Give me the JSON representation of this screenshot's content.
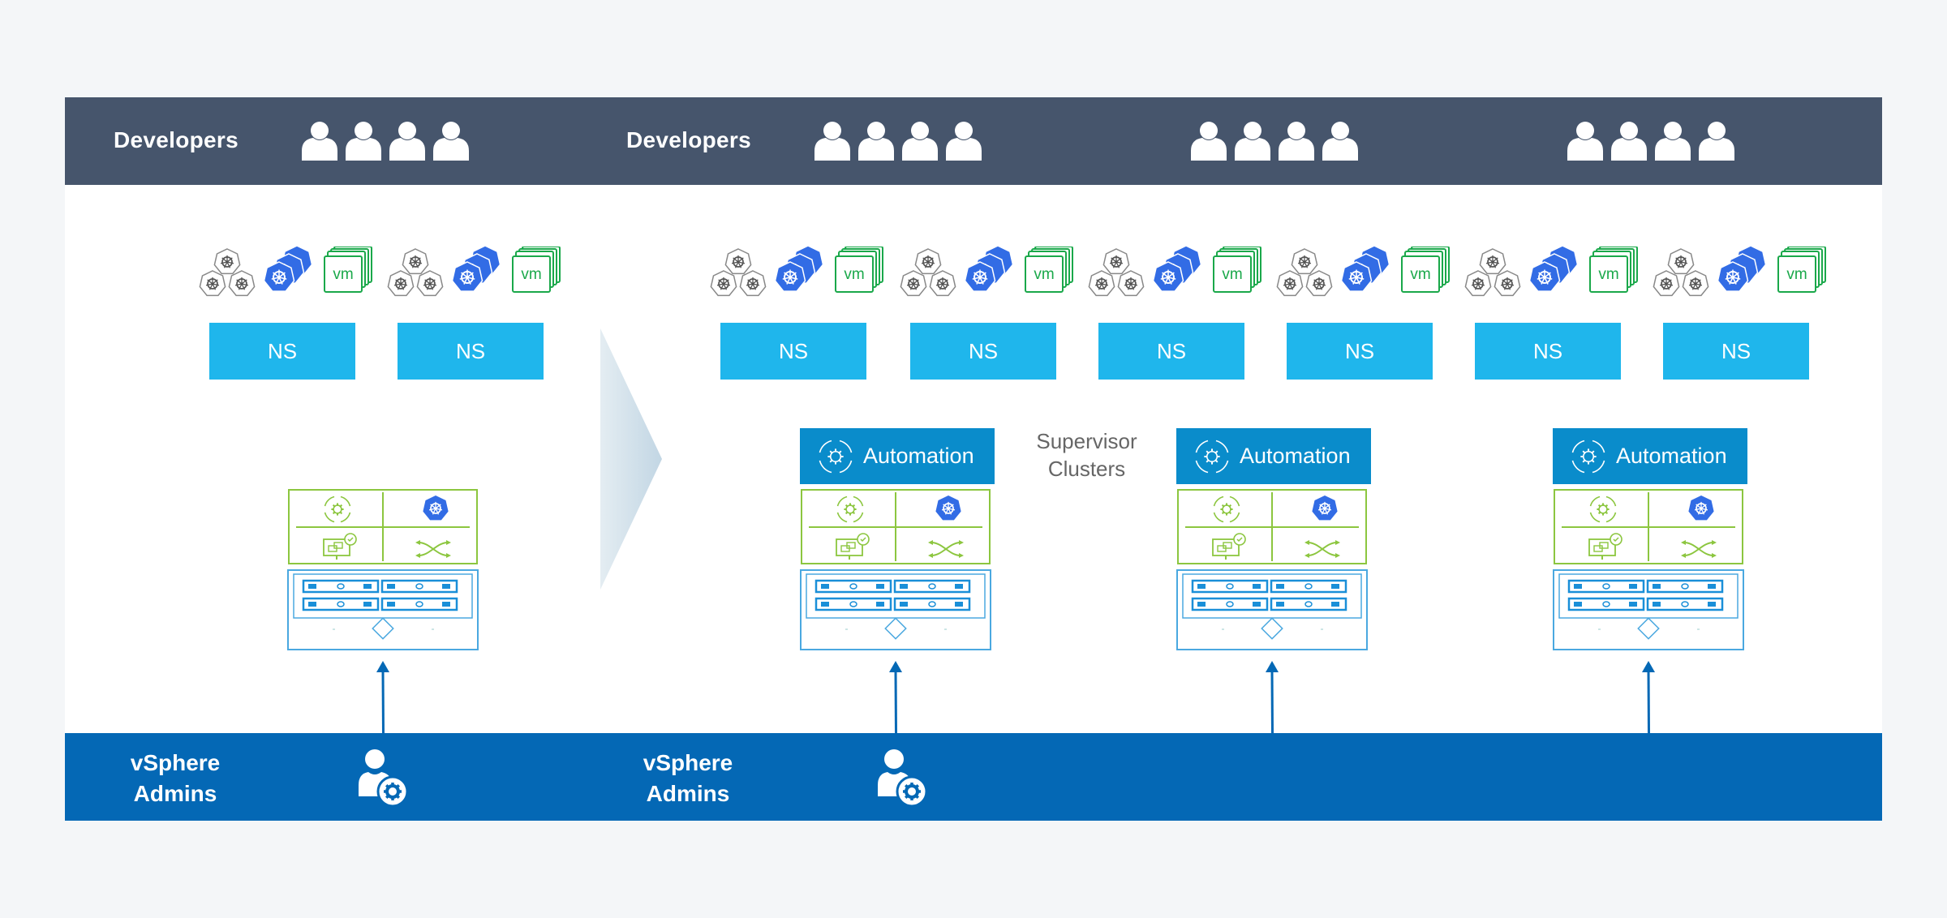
{
  "header": {
    "groups": [
      {
        "label": "Developers",
        "person_count": 4
      },
      {
        "label": "Developers",
        "person_count": 4
      },
      {
        "label": "",
        "person_count": 4
      },
      {
        "label": "",
        "person_count": 4
      }
    ]
  },
  "footer": {
    "groups": [
      {
        "label_line1": "vSphere",
        "label_line2": "Admins",
        "icon": "admin-gear-icon"
      },
      {
        "label_line1": "vSphere",
        "label_line2": "Admins",
        "icon": "admin-gear-icon"
      }
    ]
  },
  "left_side": {
    "namespaces": [
      {
        "label": "NS",
        "workloads": [
          "kubernetes-cluster-icon",
          "pod-stack-icon",
          "vm-stack-icon"
        ]
      },
      {
        "label": "NS",
        "workloads": [
          "kubernetes-cluster-icon",
          "pod-stack-icon",
          "vm-stack-icon"
        ]
      }
    ],
    "vm_label": "vm"
  },
  "right_side": {
    "namespaces": [
      {
        "label": "NS"
      },
      {
        "label": "NS"
      },
      {
        "label": "NS"
      },
      {
        "label": "NS"
      },
      {
        "label": "NS"
      },
      {
        "label": "NS"
      }
    ],
    "vm_label": "vm",
    "automation_label": "Automation",
    "supervisor_label_line1": "Supervisor",
    "supervisor_label_line2": "Clusters",
    "cluster_count": 3
  },
  "stack_cells": [
    "automation-cycle-icon",
    "kubernetes-icon",
    "monitor-check-icon",
    "network-crossover-icon"
  ],
  "colors": {
    "developer_bar": "#46556c",
    "admin_bar": "#0468b5",
    "namespace": "#1fb6ec",
    "automation": "#0a8ccb",
    "green_border": "#8cc63f",
    "blue_border": "#4aa8e0",
    "k8s_blue": "#326ce5",
    "vm_green": "#1aa84a"
  }
}
